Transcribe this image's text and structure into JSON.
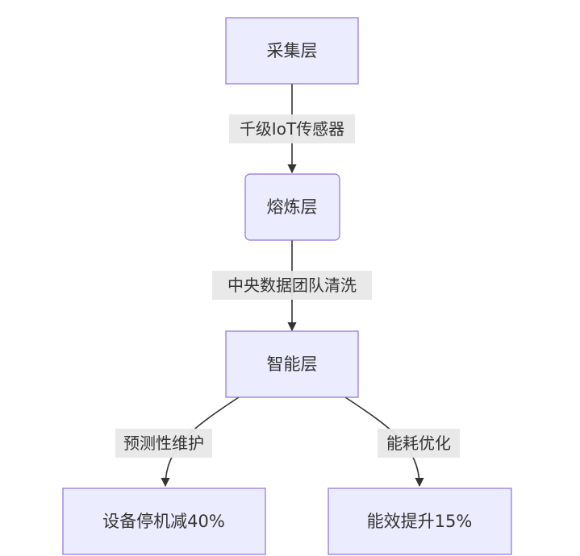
{
  "nodes": {
    "collect": "采集层",
    "refine": "熔炼层",
    "smart": "智能层",
    "downtime": "设备停机减40%",
    "efficiency": "能效提升15%"
  },
  "edges": {
    "collect_refine": "千级IoT传感器",
    "refine_smart": "中央数据团队清洗",
    "smart_downtime": "预测性维护",
    "smart_efficiency": "能耗优化"
  },
  "colors": {
    "node_fill": "#ECECFF",
    "node_stroke": "#9370DB",
    "edge": "#333333",
    "label_bg": "#E8E8E8"
  }
}
